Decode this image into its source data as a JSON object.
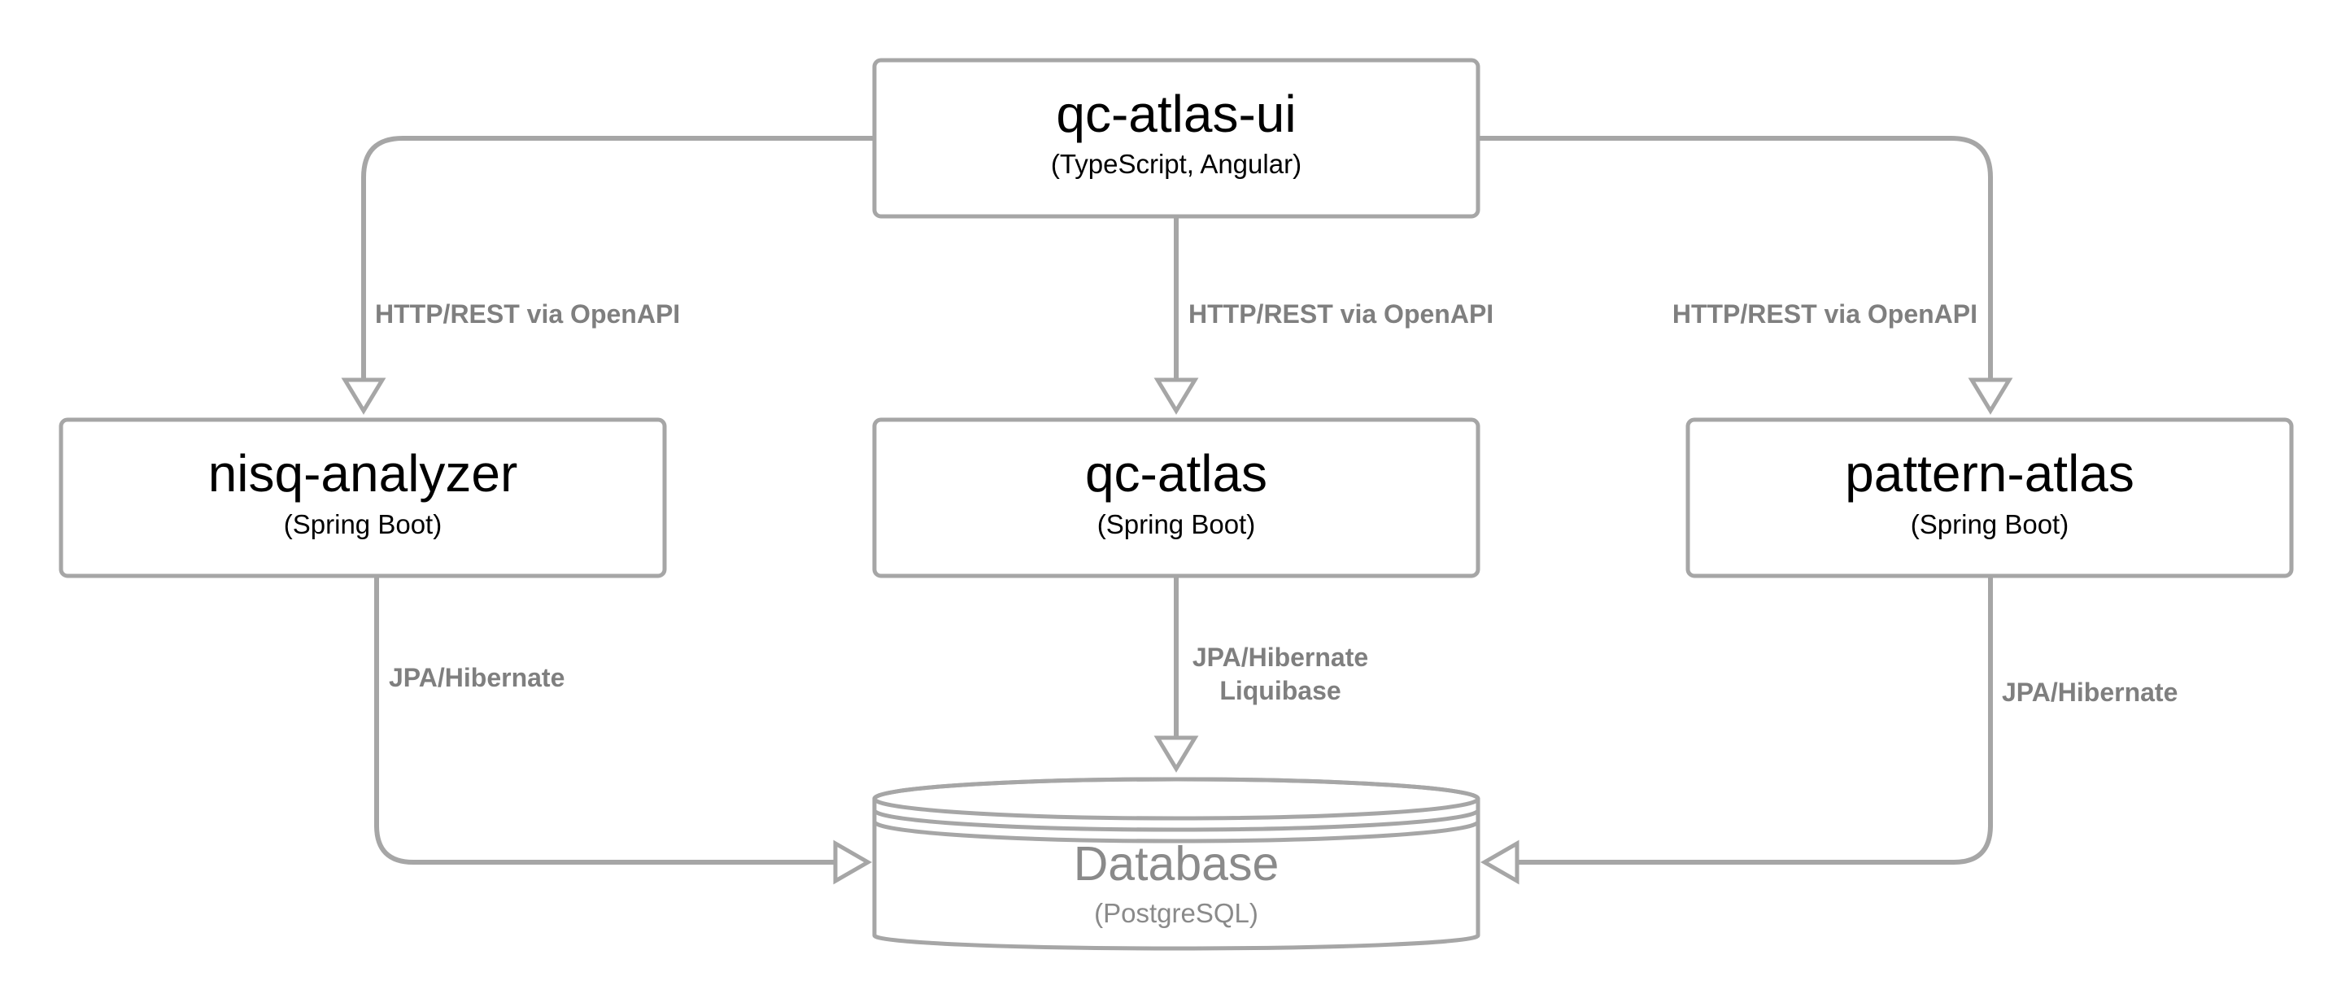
{
  "nodes": {
    "qc_atlas_ui": {
      "title": "qc-atlas-ui",
      "subtitle": "(TypeScript, Angular)"
    },
    "nisq_analyzer": {
      "title": "nisq-analyzer",
      "subtitle": "(Spring Boot)"
    },
    "qc_atlas": {
      "title": "qc-atlas",
      "subtitle": "(Spring Boot)"
    },
    "pattern_atlas": {
      "title": "pattern-atlas",
      "subtitle": "(Spring Boot)"
    },
    "database": {
      "title": "Database",
      "subtitle": "(PostgreSQL)"
    }
  },
  "edges": {
    "ui_to_nisq": {
      "label": "HTTP/REST via OpenAPI"
    },
    "ui_to_qc_atlas": {
      "label": "HTTP/REST via OpenAPI"
    },
    "ui_to_pattern": {
      "label": "HTTP/REST via OpenAPI"
    },
    "nisq_to_db": {
      "label": "JPA/Hibernate"
    },
    "qc_atlas_to_db": {
      "label_line1": "JPA/Hibernate",
      "label_line2": "Liquibase"
    },
    "pattern_to_db": {
      "label": "JPA/Hibernate"
    }
  },
  "colors": {
    "stroke": "#a6a6a6",
    "edge_label": "#7f7f7f",
    "database_text": "#8a8a8a",
    "node_text": "#000000"
  }
}
